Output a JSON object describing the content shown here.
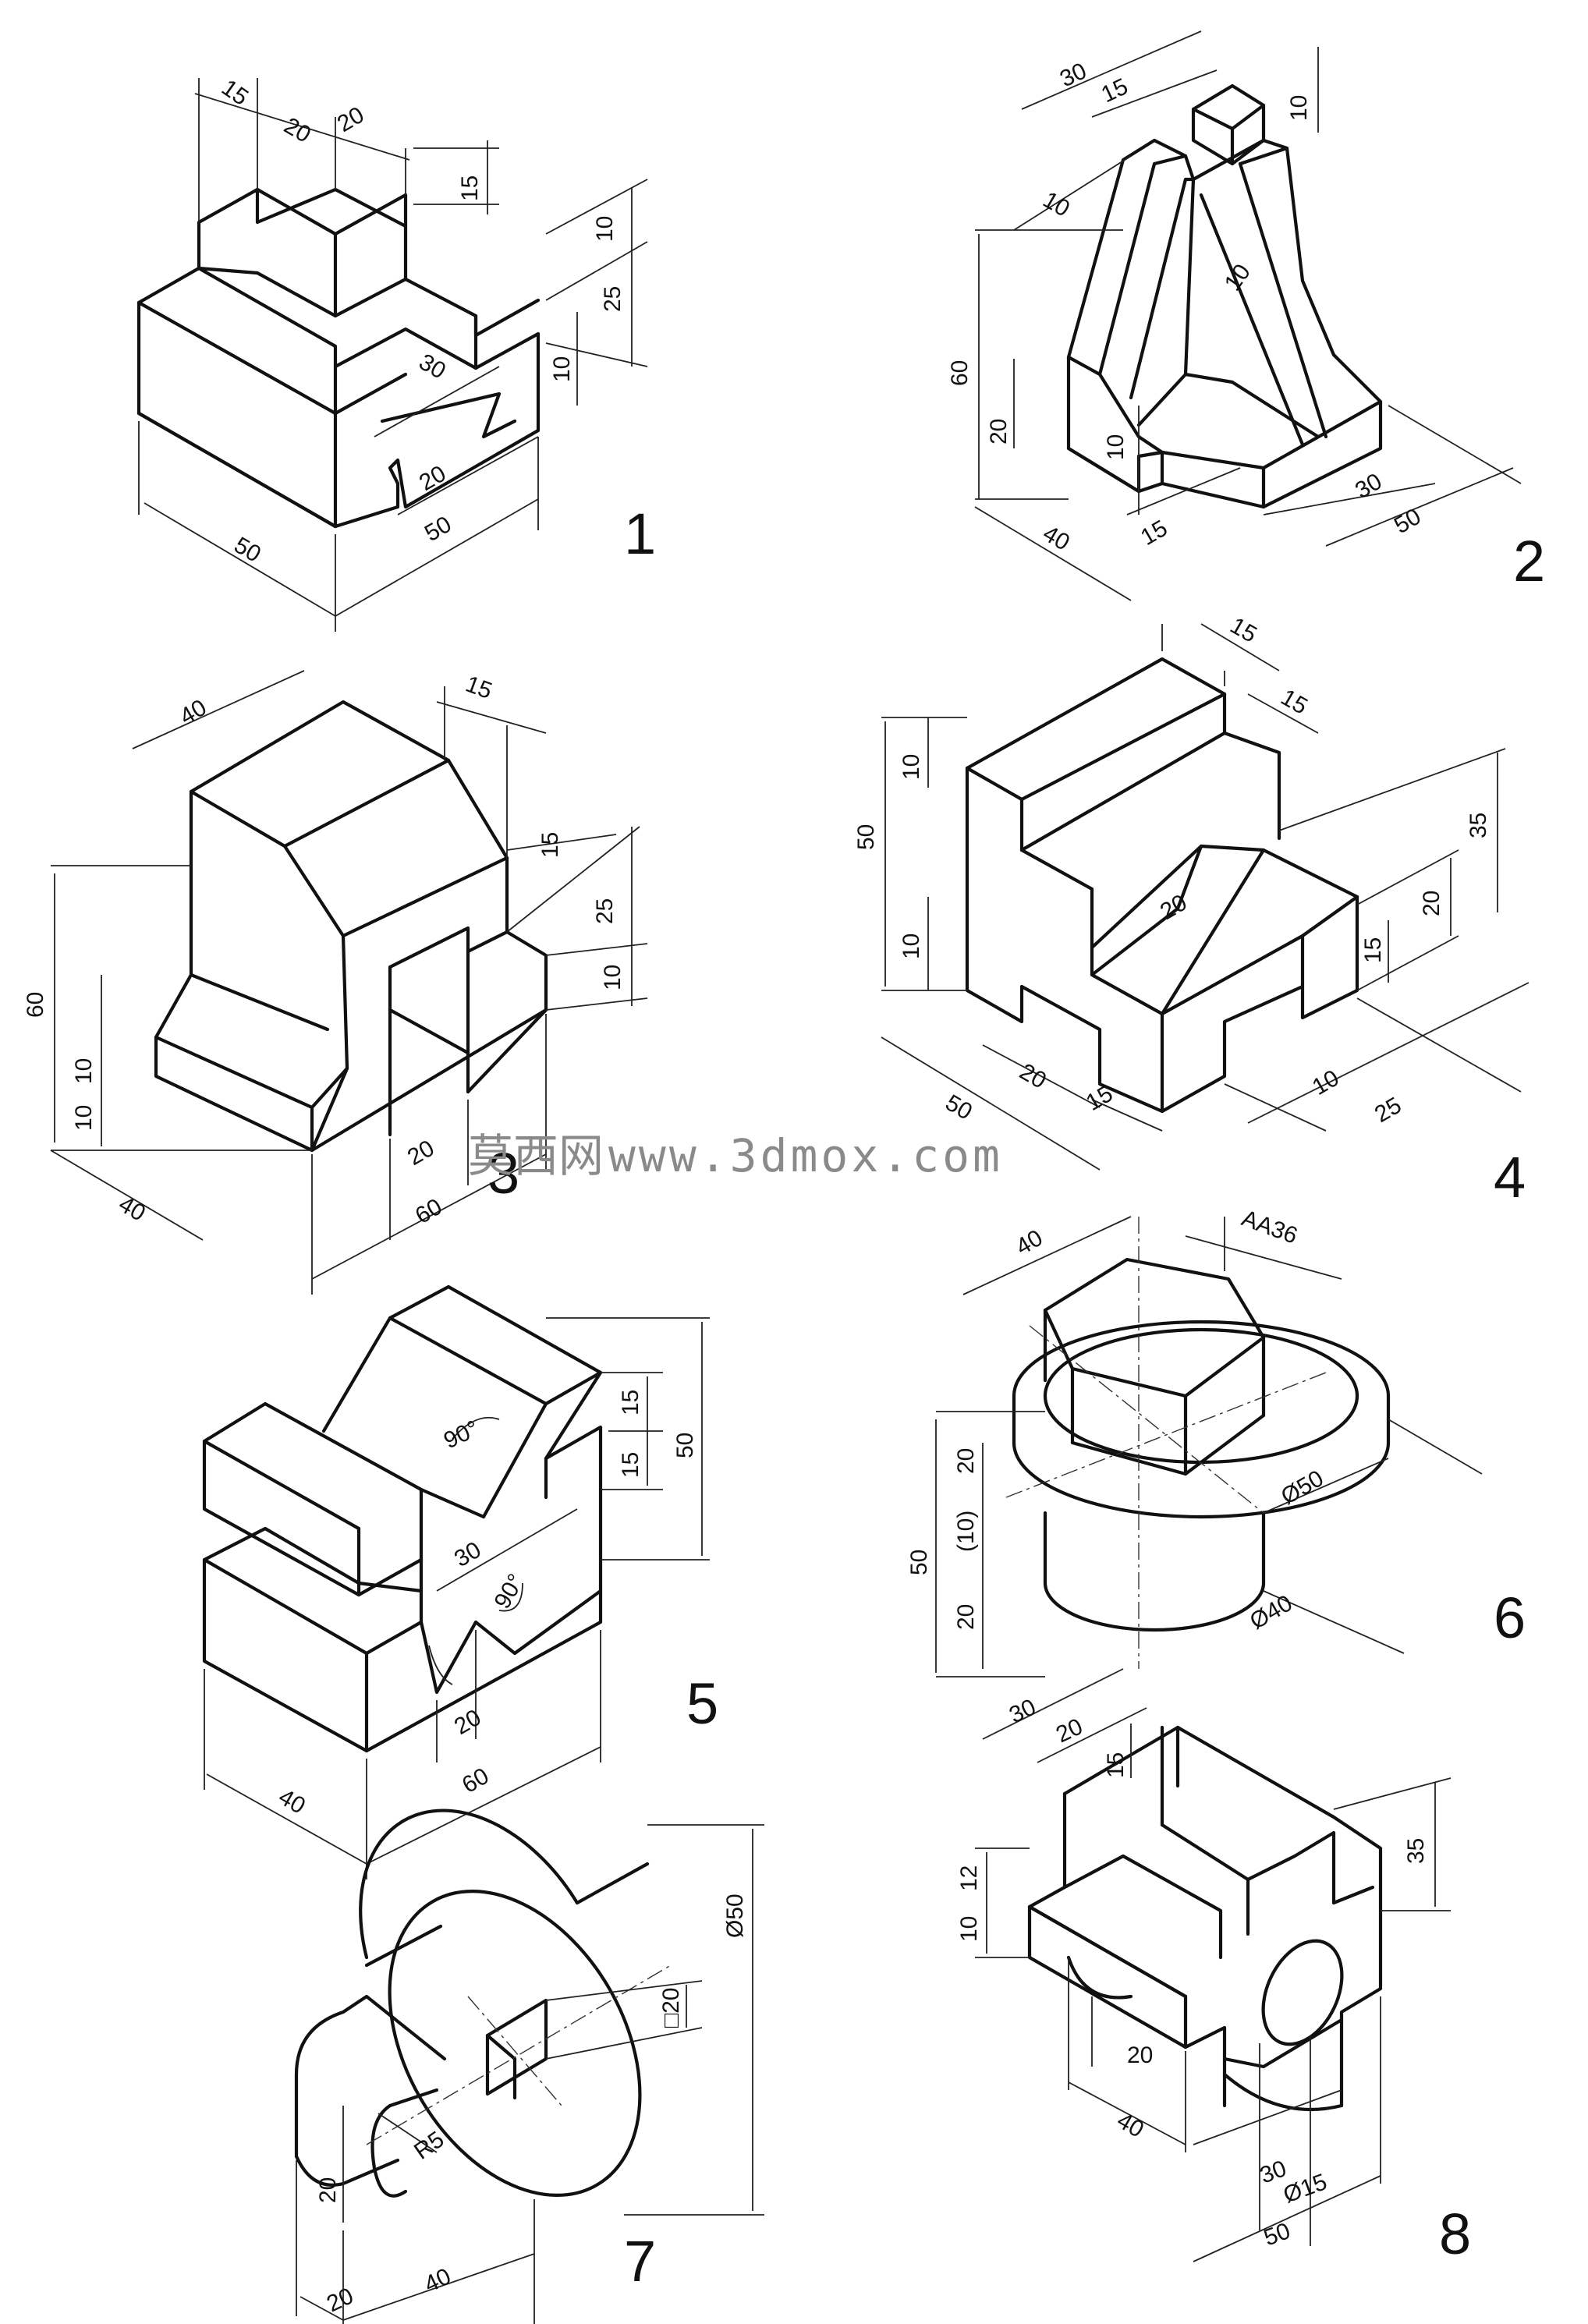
{
  "figures": [
    {
      "number": "1",
      "dims": [
        "15",
        "20",
        "20",
        "15",
        "10",
        "25",
        "10",
        "30",
        "20",
        "50",
        "50"
      ]
    },
    {
      "number": "2",
      "dims": [
        "30",
        "15",
        "10",
        "10",
        "10",
        "60",
        "20",
        "10",
        "40",
        "15",
        "30",
        "50"
      ]
    },
    {
      "number": "3",
      "dims": [
        "40",
        "15",
        "15",
        "25",
        "10",
        "60",
        "10",
        "10",
        "40",
        "20",
        "60"
      ]
    },
    {
      "number": "4",
      "dims": [
        "15",
        "15",
        "10",
        "50",
        "35",
        "20",
        "20",
        "15",
        "10",
        "20",
        "15",
        "50",
        "10",
        "25"
      ]
    },
    {
      "number": "5",
      "dims": [
        "90°",
        "15",
        "15",
        "50",
        "30",
        "90°",
        "20",
        "40",
        "60"
      ]
    },
    {
      "number": "6",
      "dims": [
        "40",
        "AA36",
        "20",
        "(10)",
        "50",
        "20",
        "Ø50",
        "Ø40"
      ]
    },
    {
      "number": "7",
      "dims": [
        "□20",
        "Ø50",
        "R5",
        "20",
        "20",
        "40"
      ]
    },
    {
      "number": "8",
      "dims": [
        "30",
        "20",
        "15",
        "35",
        "12",
        "10",
        "20",
        "40",
        "30",
        "Ø15",
        "50"
      ]
    }
  ],
  "watermark": {
    "cn": "莫西网",
    "url": "www.3dmox.com"
  }
}
